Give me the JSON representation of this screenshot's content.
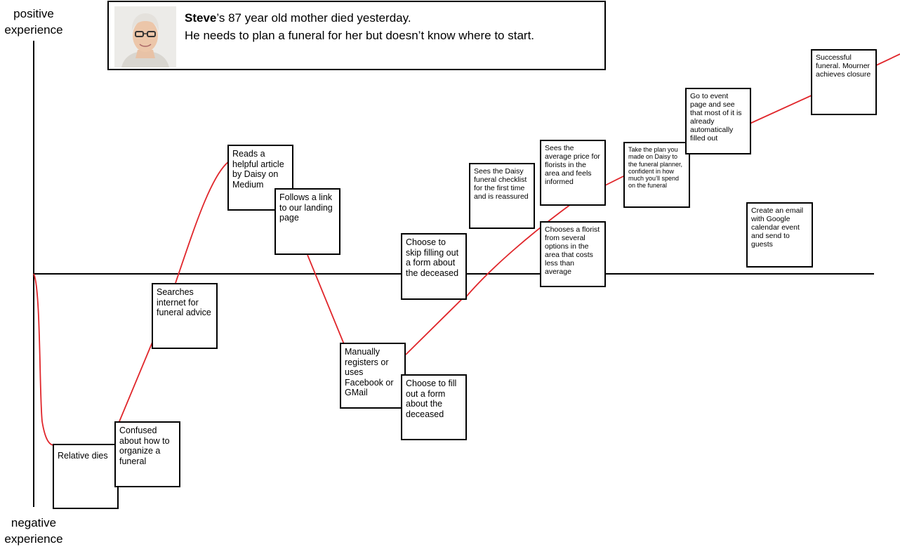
{
  "axis": {
    "top_label": "positive experience",
    "bottom_label": "negative experience"
  },
  "persona": {
    "name": "Steve",
    "line1_rest": "’s 87 year old mother died yesterday.",
    "line2": "He needs to plan a funeral for her but doesn’t know where to start."
  },
  "steps": [
    {
      "text": "Relative dies"
    },
    {
      "text": "Confused about how to organize a funeral"
    },
    {
      "text": "Searches internet for funeral advice"
    },
    {
      "text": "Reads a helpful article by Daisy on Medium"
    },
    {
      "text": "Follows a link to our landing page"
    },
    {
      "text": "Manually registers or uses Facebook or GMail"
    },
    {
      "text": "Choose to fill out a form about the deceased"
    },
    {
      "text": "Choose to skip filling out a form about the deceased"
    },
    {
      "text": "Sees the Daisy funeral checklist for the first time and is reassured"
    },
    {
      "text": "Sees the average price for florists in the area and feels informed"
    },
    {
      "text": "Chooses a florist from several options in the area that costs less than average"
    },
    {
      "text": "Take the plan you made on Daisy to the funeral planner, confident in how much you’ll spend on the funeral"
    },
    {
      "text": "Go to event page and see that most of it is already automatically filled out"
    },
    {
      "text": "Successful funeral. Mourner achieves closure"
    },
    {
      "text": "Create an email with Google calendar event and send to guests"
    }
  ],
  "colors": {
    "journey_line": "#e0262b",
    "axis_line": "#000000"
  }
}
